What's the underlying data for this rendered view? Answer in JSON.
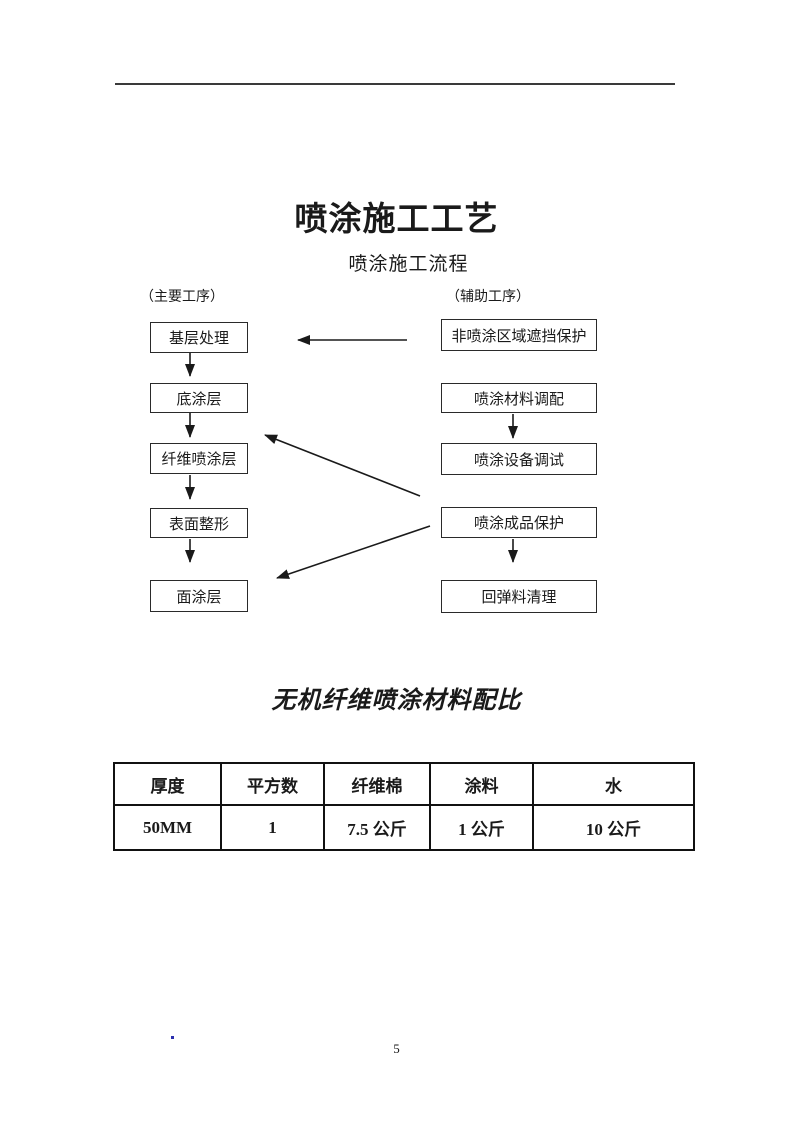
{
  "page": {
    "title": "喷涂施工工艺",
    "subtitle": "喷涂施工流程",
    "page_number": "5",
    "stray_mark": ".",
    "colors": {
      "text": "#1a1a1a",
      "rule_line": "#3a3a3a",
      "box_border": "#2a2a2a",
      "stray_dot": "#2b2fae"
    }
  },
  "flowchart": {
    "left_column_label": "（主要工序）",
    "right_column_label": "（辅助工序）",
    "main_steps": [
      "基层处理",
      "底涂层",
      "纤维喷涂层",
      "表面整形",
      "面涂层"
    ],
    "aux_steps": [
      "非喷涂区域遮挡保护",
      "喷涂材料调配",
      "喷涂设备调试",
      "喷涂成品保护",
      "回弹料清理"
    ],
    "arrows": [
      "基层处理→底涂层",
      "底涂层→纤维喷涂层",
      "纤维喷涂层→表面整形",
      "表面整形→面涂层",
      "喷涂材料调配→喷涂设备调试",
      "喷涂成品保护→回弹料清理",
      "非喷涂区域遮挡保护→基层处理",
      "喷涂成品保护→纤维喷涂层",
      "喷涂成品保护→面涂层"
    ]
  },
  "table_section": {
    "heading": "无机纤维喷涂材料配比",
    "columns": [
      "厚度",
      "平方数",
      "纤维棉",
      "涂料",
      "水"
    ],
    "rows": [
      [
        "50MM",
        "1",
        "7.5 公斤",
        "1 公斤",
        "10 公斤"
      ]
    ]
  }
}
